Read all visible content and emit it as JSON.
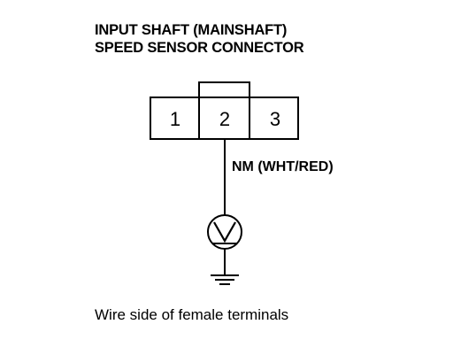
{
  "title": {
    "line1": "INPUT SHAFT (MAINSHAFT)",
    "line2": "SPEED SENSOR CONNECTOR"
  },
  "connector": {
    "pins": [
      "1",
      "2",
      "3"
    ]
  },
  "wire": {
    "label": "NM (WHT/RED)"
  },
  "meter": {
    "symbol": "V",
    "icon": "voltmeter-icon"
  },
  "ground": {
    "icon": "ground-icon"
  },
  "caption": "Wire side of female terminals"
}
